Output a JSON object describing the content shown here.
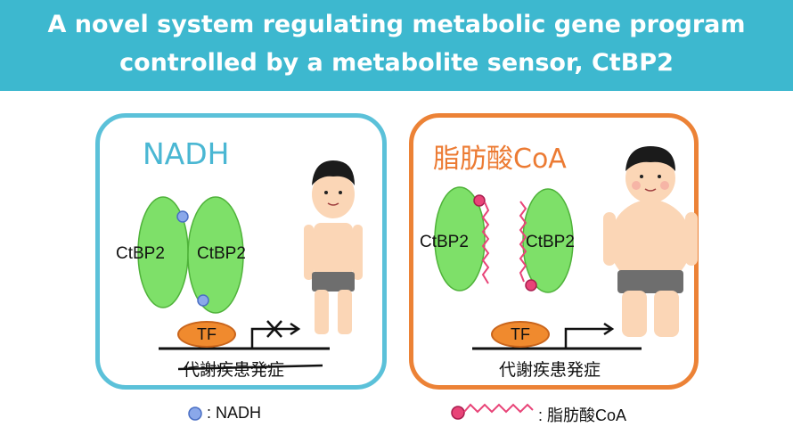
{
  "header": {
    "title_line1": "A novel system regulating metabolic gene program",
    "title_line2": "controlled by a metabolite sensor, CtBP2"
  },
  "left_panel": {
    "title": "NADH",
    "protein_a": "CtBP2",
    "protein_b": "CtBP2",
    "tf": "TF",
    "gene": "代謝疾患発症"
  },
  "right_panel": {
    "title": "脂肪酸CoA",
    "protein_a": "CtBP2",
    "protein_b": "CtBP2",
    "tf": "TF",
    "gene": "代謝疾患発症"
  },
  "legend": {
    "nadh": ": NADH",
    "fatty_acid_coa": ": 脂肪酸CoA"
  },
  "colors": {
    "banner": "#3db8cf",
    "left_border": "#5bc1d9",
    "right_border": "#ec8236",
    "protein_green": "#7ee069",
    "nadh_blue": "#8aa8ea",
    "acyl_pink": "#e84478",
    "tf_orange": "#f08a2e"
  }
}
